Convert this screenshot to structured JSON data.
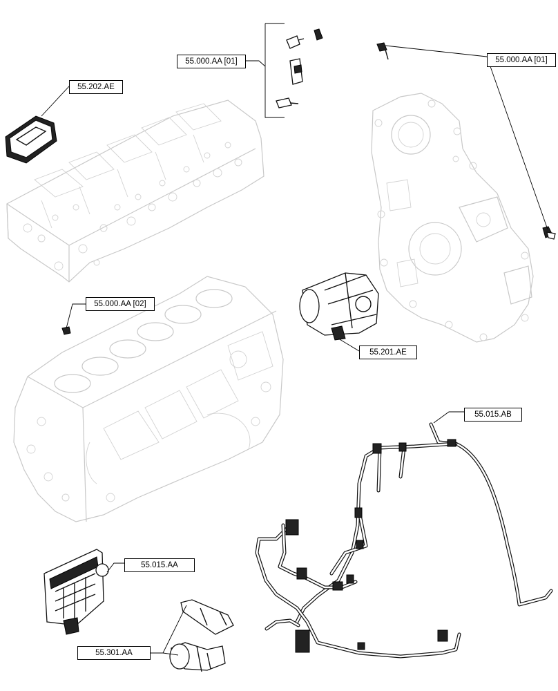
{
  "callouts": {
    "top_sensors": "55.000.AA [01]",
    "right_sensor": "55.000.AA [01]",
    "head_cover": "55.202.AE",
    "block_sensor": "55.000.AA [02]",
    "starter": "55.201.AE",
    "harness": "55.015.AB",
    "ecu": "55.015.AA",
    "bracket": "55.301.AA"
  }
}
